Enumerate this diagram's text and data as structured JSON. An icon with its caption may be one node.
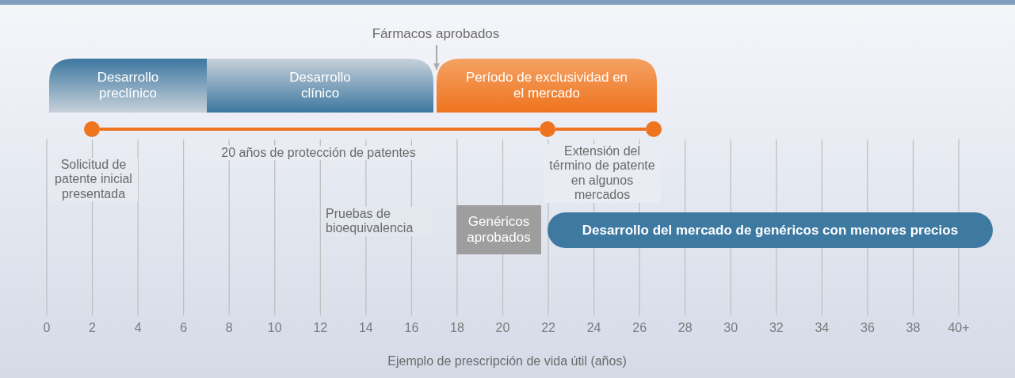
{
  "diagram": {
    "nodes": [
      {
        "text": [
          "Desarrollo preclínico"
        ]
      },
      {
        "text": [
          "Desarrollo clínico"
        ]
      },
      {
        "text": [
          "Período de exclusividad en el mercado"
        ]
      },
      {
        "text": [
          "Fármacos aprobados"
        ]
      },
      {
        "text": [
          "Genéricos aprobados"
        ]
      },
      {
        "text": [
          "Desarrollo del mercado de genéricos con menores precios"
        ]
      },
      {
        "text": [],
        "shape": "circle"
      },
      {
        "text": [],
        "shape": "circle"
      },
      {
        "text": [],
        "shape": "circle"
      }
    ],
    "edges": [
      {
        "from": 3,
        "to": 2,
        "arrow": "to",
        "color": "#aaaaaa"
      },
      {
        "from": 6,
        "to": 7,
        "arrow": "none"
      },
      {
        "from": 7,
        "to": 8,
        "arrow": "none"
      }
    ],
    "labels": [
      "20 años de protección de patentes",
      "Solicitud de patente inicial presentada",
      "Extensión del término de patente en algunos mercados",
      "Pruebas de bioequivalencia",
      "0",
      "2",
      "4",
      "6",
      "8",
      "10",
      "12",
      "14",
      "16",
      "18",
      "20",
      "22",
      "24",
      "26",
      "28",
      "30",
      "32",
      "34",
      "36",
      "38",
      "40+",
      "Ejemplo de prescripción de vida útil (años)"
    ]
  }
}
